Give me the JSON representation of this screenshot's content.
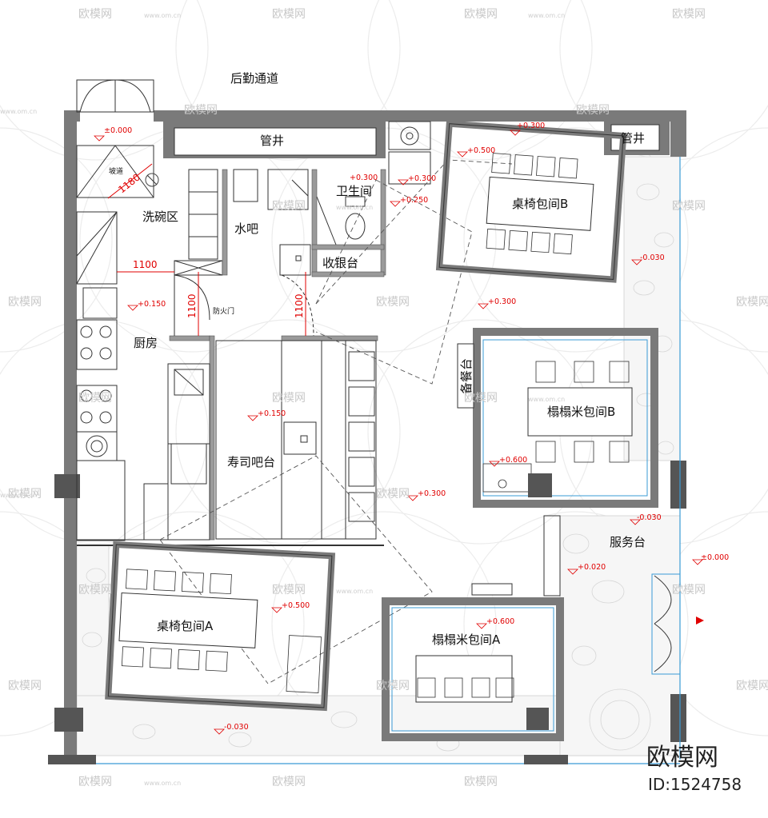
{
  "rooms": {
    "logistics_corridor": "后勤通道",
    "pipe_shaft_top": "管井",
    "pipe_shaft_right": "管井",
    "ramp": "坡道",
    "dishwashing": "洗碗区",
    "water_bar": "水吧",
    "restroom": "卫生间",
    "cashier": "收银台",
    "fire_door": "防火门",
    "kitchen": "厨房",
    "sushi_bar": "寿司吧台",
    "table_room_b": "桌椅包间B",
    "tatami_b": "榻榻米包间B",
    "service_station": "备餐台",
    "service_desk": "服务台",
    "table_room_a": "桌椅包间A",
    "tatami_a": "榻榻米包间A"
  },
  "dimensions": {
    "ramp_len": "1180",
    "kitchen_width": "1100",
    "door_width_1": "1100",
    "door_width_2": "1100"
  },
  "levels": {
    "entry_back": "±0.000",
    "top_right": "+0.300",
    "room_b_inner": "+0.500",
    "restroom_1": "+0.300",
    "restroom_2": "+0.250",
    "right_outdoor": "-0.030",
    "kitchen": "+0.150",
    "corridor_mid": "+0.300",
    "sushi": "+0.150",
    "tatami_b_inner": "+0.600",
    "center": "+0.300",
    "service_left": "-0.030",
    "entry_front": "±0.000",
    "service_front": "+0.020",
    "room_a_inner": "+0.500",
    "tatami_a_inner": "+0.600",
    "bottom_outdoor": "-0.030"
  },
  "watermark": {
    "brand": "欧模网",
    "site": "www.om.cn",
    "id": "ID:1524758"
  },
  "colors": {
    "wall": "#7a7a7a",
    "level_red": "#e00000",
    "glass_blue": "#3a9bd5",
    "watermark": "#c8c8c8"
  }
}
